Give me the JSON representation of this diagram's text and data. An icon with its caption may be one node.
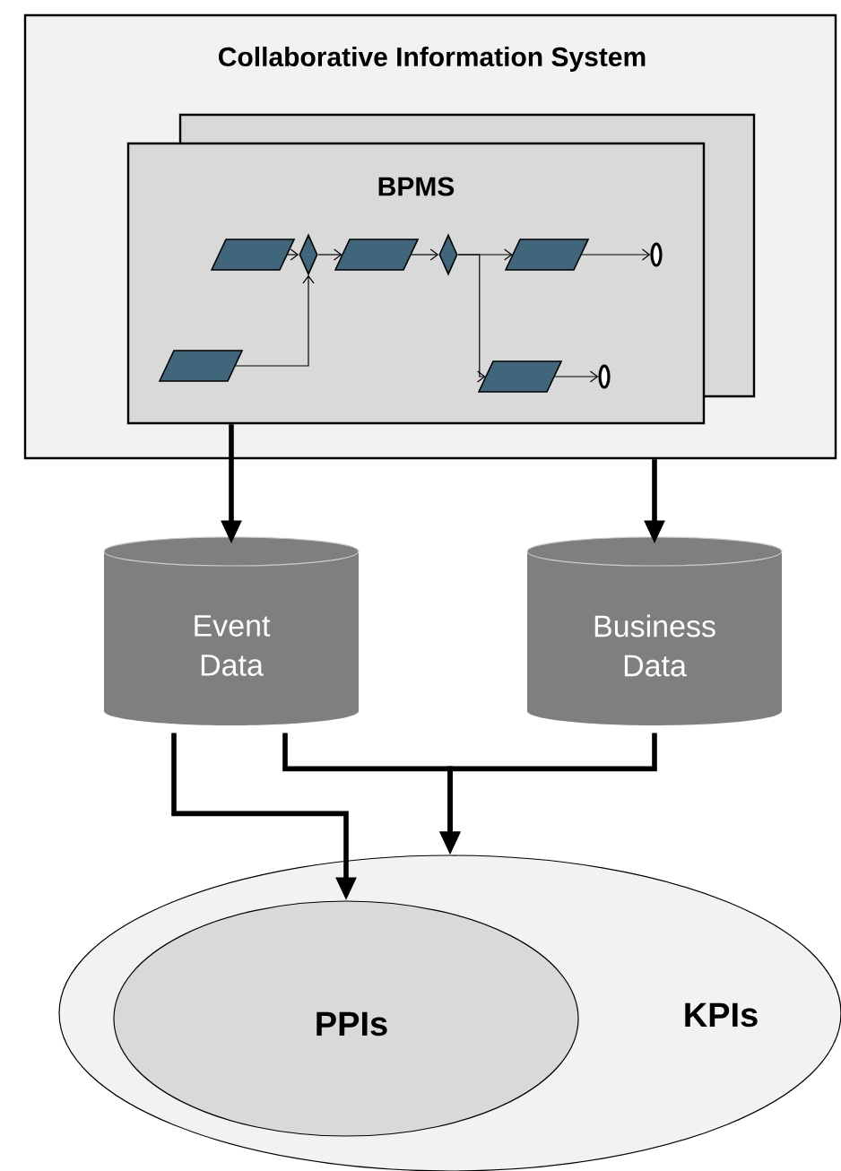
{
  "diagram": {
    "nodes": [
      {
        "text": [
          "Collaborative Information System"
        ]
      },
      {
        "text": [
          "BPMS"
        ],
        "in": 0
      },
      {
        "text": [],
        "shape": "parallelogram",
        "in": 1
      },
      {
        "text": [],
        "shape": "diamond",
        "in": 1
      },
      {
        "text": [],
        "shape": "parallelogram",
        "in": 1
      },
      {
        "text": [],
        "shape": "diamond",
        "in": 1
      },
      {
        "text": [],
        "shape": "parallelogram",
        "in": 1
      },
      {
        "text": [],
        "shape": "circle",
        "in": 1
      },
      {
        "text": [],
        "shape": "parallelogram",
        "in": 1
      },
      {
        "text": [],
        "shape": "parallelogram",
        "in": 1
      },
      {
        "text": [],
        "shape": "circle",
        "in": 1
      },
      {
        "text": [
          "Event Data"
        ]
      },
      {
        "text": [
          "Business Data"
        ]
      },
      {
        "text": [
          "KPIs"
        ]
      },
      {
        "text": [
          "PPIs"
        ],
        "in": 13
      }
    ],
    "edges": [
      {
        "from": 1,
        "to": 11,
        "arrow": "to",
        "style": "thick"
      },
      {
        "from": 0,
        "to": 12,
        "arrow": "to",
        "style": "thick"
      },
      {
        "from": 11,
        "to": 14,
        "arrow": "to",
        "style": "thick"
      },
      {
        "from": 11,
        "to": 13,
        "arrow": "to",
        "style": "thick"
      },
      {
        "from": 12,
        "to": 13,
        "arrow": "to",
        "style": "thick"
      },
      {
        "from": 2,
        "to": 3,
        "arrow": "to"
      },
      {
        "from": 8,
        "to": 3,
        "arrow": "to"
      },
      {
        "from": 3,
        "to": 4,
        "arrow": "to"
      },
      {
        "from": 4,
        "to": 5,
        "arrow": "to"
      },
      {
        "from": 5,
        "to": 6,
        "arrow": "to"
      },
      {
        "from": 6,
        "to": 7,
        "arrow": "to"
      },
      {
        "from": 5,
        "to": 9,
        "arrow": "to"
      },
      {
        "from": 9,
        "to": 10,
        "arrow": "to"
      }
    ]
  }
}
